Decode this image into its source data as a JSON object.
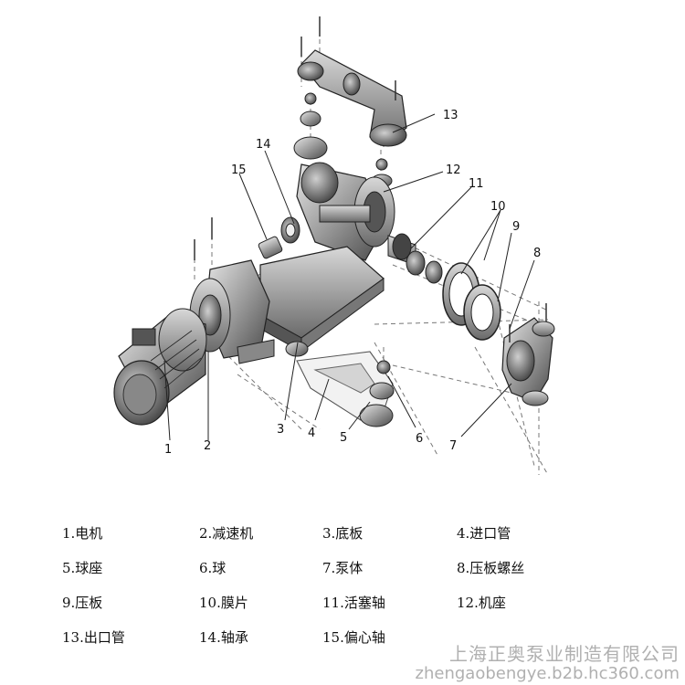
{
  "callouts": [
    "1",
    "2",
    "3",
    "4",
    "5",
    "6",
    "7",
    "8",
    "9",
    "10",
    "11",
    "12",
    "13",
    "14",
    "15"
  ],
  "legend": [
    "1.电机",
    "2.减速机",
    "3.底板",
    "4.进口管",
    "5.球座",
    "6.球",
    "7.泵体",
    "8.压板螺丝",
    "9.压板",
    "10.膜片",
    "11.活塞轴",
    "12.机座",
    "13.出口管",
    "14.轴承",
    "15.偏心轴"
  ],
  "watermark": {
    "company": "上海正奥泵业制造有限公司",
    "url": "zhengaobengye.b2b.hc360.com"
  }
}
